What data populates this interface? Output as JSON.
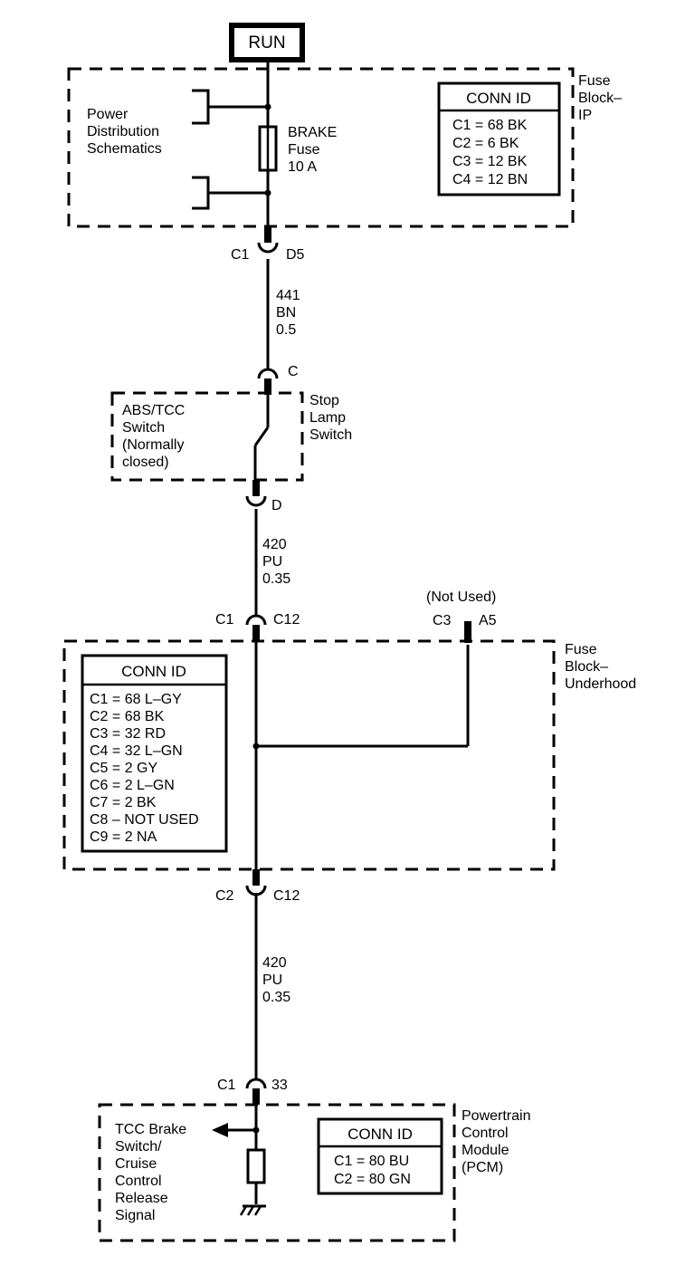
{
  "power": {
    "label": "RUN"
  },
  "fuse_block_ip": {
    "title_lines": [
      "Fuse",
      "Block–",
      "IP"
    ],
    "conn_header": "CONN ID",
    "conn_rows": [
      "C1 = 68 BK",
      "C2 = 6 BK",
      "C3 = 12 BK",
      "C4 = 12 BN"
    ],
    "power_distribution_lines": [
      "Power",
      "Distribution",
      "Schematics"
    ],
    "fuse_lines": [
      "BRAKE",
      "Fuse",
      "10 A"
    ]
  },
  "connector_c1_d5": {
    "left": "C1",
    "right": "D5"
  },
  "wire_441": {
    "lines": [
      "441",
      "BN",
      "0.5"
    ]
  },
  "connector_c": {
    "label": "C"
  },
  "stop_lamp_switch": {
    "title_lines": [
      "Stop",
      "Lamp",
      "Switch"
    ],
    "abs_lines": [
      "ABS/TCC",
      "Switch",
      "(Normally",
      "closed)"
    ]
  },
  "connector_d": {
    "label": "D"
  },
  "wire_420_upper": {
    "lines": [
      "420",
      "PU",
      "0.35"
    ]
  },
  "not_used": {
    "label": "(Not Used)"
  },
  "connector_c1_c12": {
    "left": "C1",
    "right": "C12"
  },
  "connector_c3_a5": {
    "left": "C3",
    "right": "A5"
  },
  "fuse_block_underhood": {
    "title_lines": [
      "Fuse",
      "Block–",
      "Underhood"
    ],
    "conn_header": "CONN ID",
    "conn_rows": [
      "C1 = 68 L–GY",
      "C2 = 68 BK",
      "C3 = 32 RD",
      "C4 = 32 L–GN",
      "C5 = 2 GY",
      "C6 = 2 L–GN",
      "C7 = 2 BK",
      "C8 – NOT USED",
      "C9 = 2 NA"
    ]
  },
  "connector_c2_c12": {
    "left": "C2",
    "right": "C12"
  },
  "wire_420_lower": {
    "lines": [
      "420",
      "PU",
      "0.35"
    ]
  },
  "connector_c1_33": {
    "left": "C1",
    "right": "33"
  },
  "pcm": {
    "title_lines": [
      "Powertrain",
      "Control",
      "Module",
      "(PCM)"
    ],
    "signal_lines": [
      "TCC Brake",
      "Switch/",
      "Cruise",
      "Control",
      "Release",
      "Signal"
    ],
    "conn_header": "CONN ID",
    "conn_rows": [
      "C1 = 80 BU",
      "C2 = 80 GN"
    ]
  }
}
